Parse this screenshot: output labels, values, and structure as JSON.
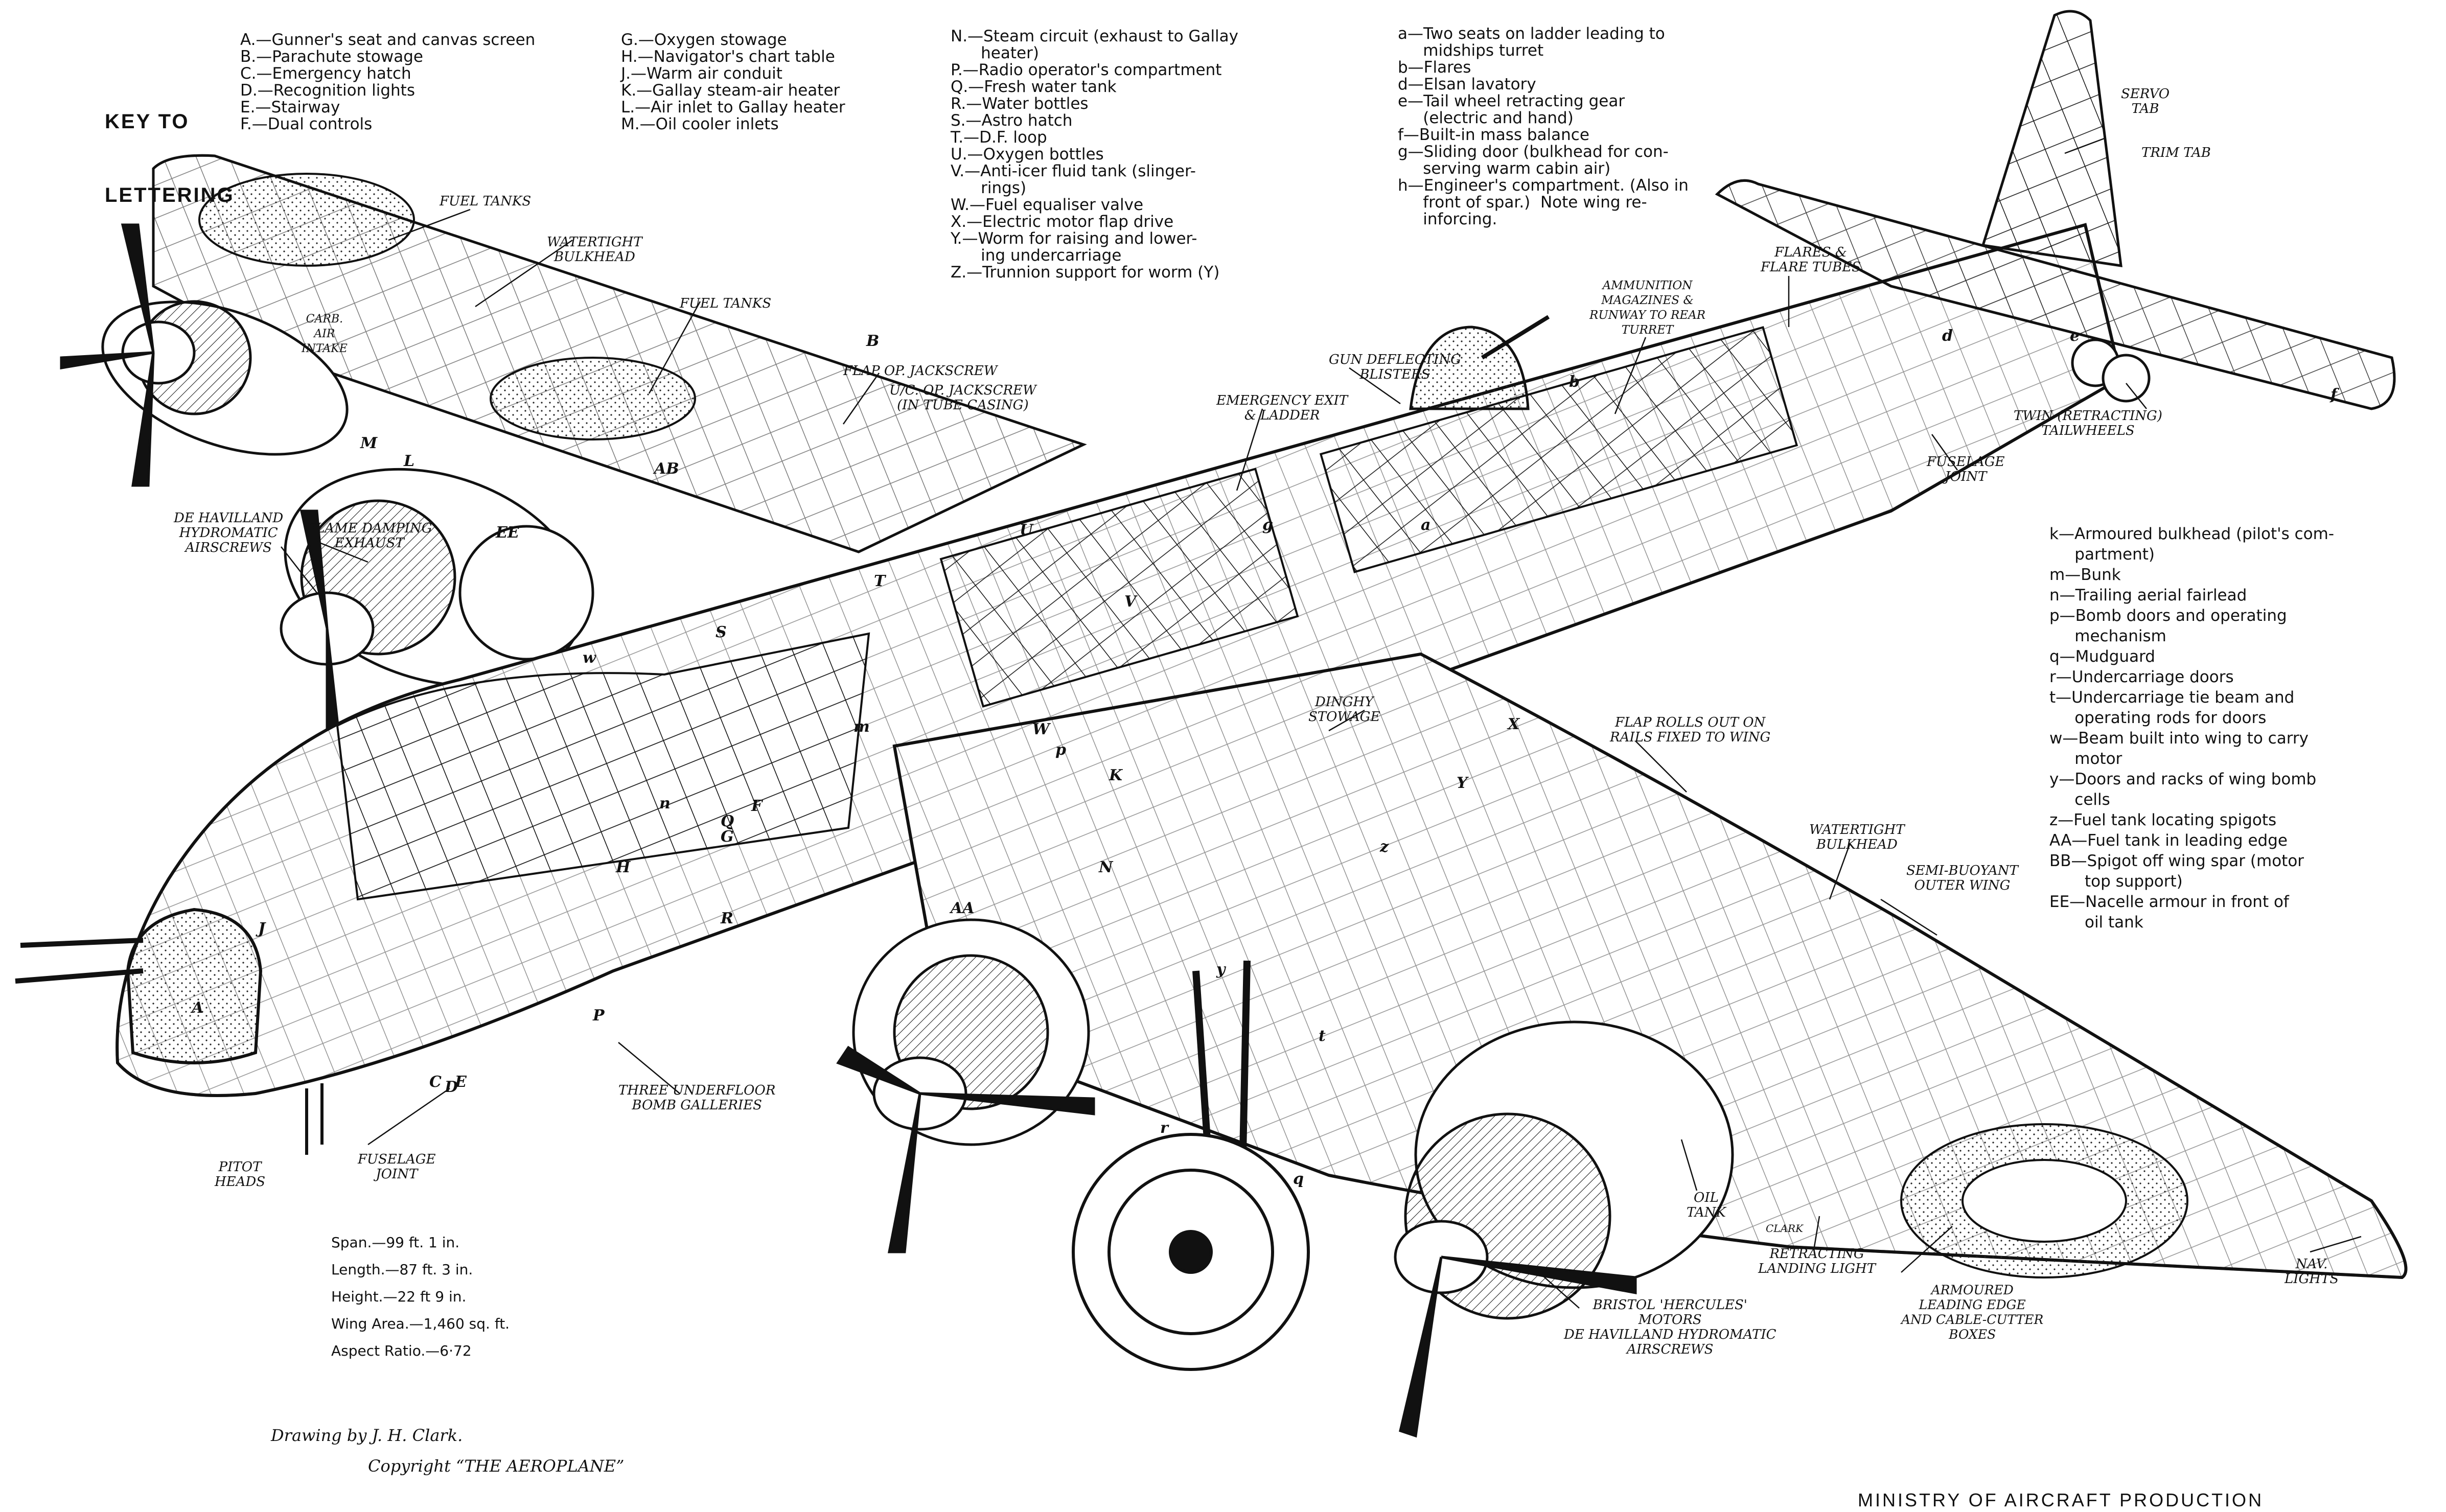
{
  "key_title": [
    "KEY TO",
    "LETTERING"
  ],
  "key_col1": [
    "A.—Gunner's seat and canvas screen",
    "B.—Parachute stowage",
    "C.—Emergency hatch",
    "D.—Recognition lights",
    "E.—Stairway",
    "F.—Dual controls"
  ],
  "key_col2": [
    "G.—Oxygen stowage",
    "H.—Navigator's chart table",
    "J.—Warm air conduit",
    "K.—Gallay steam-air heater",
    "L.—Air inlet to Gallay heater",
    "M.—Oil cooler inlets"
  ],
  "key_col3": [
    "N.—Steam circuit (exhaust to Gallay",
    "      heater)",
    "P.—Radio operator's compartment",
    "Q.—Fresh water tank",
    "R.—Water bottles",
    "S.—Astro hatch",
    "T.—D.F. loop",
    "U.—Oxygen bottles",
    "V.—Anti-icer fluid tank (slinger-",
    "      rings)",
    "W.—Fuel equaliser valve",
    "X.—Electric motor flap drive",
    "Y.—Worm for raising and lower-",
    "      ing undercarriage",
    "Z.—Trunnion support for worm (Y)"
  ],
  "key_col4": [
    "a—Two seats on ladder leading to",
    "     midships turret",
    "b—Flares",
    "d—Elsan lavatory",
    "e—Tail wheel retracting gear",
    "     (electric and hand)",
    "f—Built-in mass balance",
    "g—Sliding door (bulkhead for con-",
    "     serving warm cabin air)",
    "h—Engineer's compartment. (Also in",
    "     front of spar.)  Note wing re-",
    "     inforcing."
  ],
  "key_col5": [
    "k—Armoured bulkhead (pilot's com-",
    "     partment)",
    "m—Bunk",
    "n—Trailing aerial fairlead",
    "p—Bomb doors and operating",
    "     mechanism",
    "q—Mudguard",
    "r—Undercarriage doors",
    "t—Undercarriage tie beam and",
    "     operating rods for doors",
    "w—Beam built into wing to carry",
    "     motor",
    "y—Doors and racks of wing bomb",
    "     cells",
    "z—Fuel tank locating spigots",
    "AA—Fuel tank in leading edge",
    "BB—Spigot off wing spar (motor",
    "       top support)",
    "EE—Nacelle armour in front of",
    "       oil tank"
  ],
  "specs": [
    "Span.—99 ft. 1 in.",
    "Length.—87 ft. 3 in.",
    "Height.—22 ft 9 in.",
    "Wing Area.—1,460 sq. ft.",
    "Aspect Ratio.—6·72"
  ],
  "credit_drawing": "Drawing by J. H. Clark.",
  "credit_copyright": "Copyright “THE AEROPLANE”",
  "ministry": "MINISTRY OF AIRCRAFT PRODUCTION",
  "labels": {
    "fuel_tanks_left": "FUEL TANKS",
    "watertight_left": "WATERTIGHT\nBULKHEAD",
    "fuel_tanks_mid": "FUEL TANKS",
    "carb_intake": "CARB.\nAIR\nINTAKE",
    "flap_jackscrew": "FLAP OP. JACKSCREW",
    "uc_jackscrew": "U/C. OP. JACKSCREW\n(IN TUBE CASING)",
    "emergency_exit": "EMERGENCY EXIT\n& LADDER",
    "gun_blisters": "GUN DEFLECTING\nBLISTERS",
    "ammunition": "AMMUNITION\nMAGAZINES &\nRUNWAY TO REAR\nTURRET",
    "flares": "FLARES &\nFLARE TUBES",
    "servo_tab": "SERVO\nTAB",
    "trim_tab": "TRIM TAB",
    "tailwheels": "TWIN (RETRACTING)\nTAILWHEELS",
    "fuselage_joint_rear": "FUSELAGE\nJOINT",
    "flame_damping": "FLAME DAMPING\nEXHAUST",
    "airscrews_left": "DE HAVILLAND\nHYDROMATIC\nAIRSCREWS",
    "dinghy": "DINGHY\nSTOWAGE",
    "flap_rolls": "FLAP ROLLS OUT ON\nRAILS FIXED TO WING",
    "watertight_right": "WATERTIGHT\nBULKHEAD",
    "semi_buoyant": "SEMI-BUOYANT\nOUTER WING",
    "underfloor": "THREE UNDERFLOOR\nBOMB GALLERIES",
    "pitot": "PITOT\nHEADS",
    "fuselage_joint_front": "FUSELAGE\nJOINT",
    "oil_tank": "OIL\nTANK",
    "clark": "CLARK",
    "landing_light": "RETRACTING\nLANDING LIGHT",
    "armoured_le": "ARMOURED\nLEADING EDGE\nAND CABLE-CUTTER\nBOXES",
    "nav_lights": "NAV.\nLIGHTS",
    "hercules": "BRISTOL 'HERCULES'\nMOTORS\nDE HAVILLAND HYDROMATIC\nAIRSCREWS"
  },
  "letters": {
    "A": "A",
    "B": "B",
    "C": "C",
    "D": "D",
    "E": "E",
    "F": "F",
    "G": "G",
    "H": "H",
    "J": "J",
    "K": "K",
    "L": "L",
    "M": "M",
    "N": "N",
    "P": "P",
    "Q": "Q",
    "R": "R",
    "S": "S",
    "T": "T",
    "U": "U",
    "V": "V",
    "W": "W",
    "X": "X",
    "Y": "Y",
    "AA": "AA",
    "AB": "AB",
    "EE": "EE",
    "a": "a",
    "b": "b",
    "d": "d",
    "e": "e",
    "f": "f",
    "g": "g",
    "m": "m",
    "n": "n",
    "p": "p",
    "q": "q",
    "r": "r",
    "t": "t",
    "w": "w",
    "y": "y",
    "z": "z"
  }
}
